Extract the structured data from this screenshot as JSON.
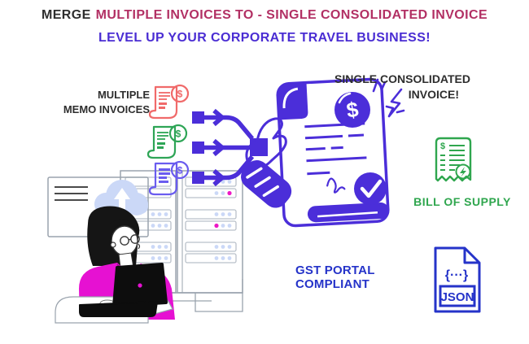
{
  "header": {
    "title_prefix": "MERGE",
    "title_main": "MULTIPLE INVOICES TO - SINGLE CONSOLIDATED INVOICE",
    "subtitle": "LEVEL UP YOUR CORPORATE TRAVEL BUSINESS!"
  },
  "left_panel": {
    "memo_label_line1": "MULTIPLE",
    "memo_label_line2": "MEMO INVOICES"
  },
  "invoice_callout": {
    "line1": "SINGLE CONSOLIDATED",
    "line2": "INVOICE!"
  },
  "features": {
    "bill_of_supply": "BILL OF SUPPLY",
    "gst_compliant": "GST PORTAL COMPLIANT",
    "json_file": {
      "braces": "{···}",
      "label": "JSON"
    }
  },
  "icons": {
    "dollar_sign": "$",
    "memo_invoice_icons": [
      "invoice-receipt-red",
      "invoice-receipt-green",
      "invoice-receipt-purple"
    ],
    "merge_flow": "three-invoices-merging-into-one",
    "check_badge": "checkmark-circle",
    "lightning": "lightning-bolt-circle",
    "cloud_sync": "cloud-upload-download"
  },
  "colors": {
    "primary_blue": "#4B2ED9",
    "title_crimson": "#B23064",
    "title_purple": "#4A2DD3",
    "text_dark": "#2E2E2E",
    "receipt_red": "#F06A6A",
    "receipt_green": "#2EA556",
    "receipt_purple": "#6A5CEF",
    "bill_green": "#2FA64E",
    "gst_blue": "#2533C9",
    "magenta": "#E611D2",
    "magenta_dot": "#ED18C5",
    "pale_blue": "#CBD8F7",
    "gray_line": "#9AA3AD",
    "row_gray": "#B9C0C9"
  }
}
